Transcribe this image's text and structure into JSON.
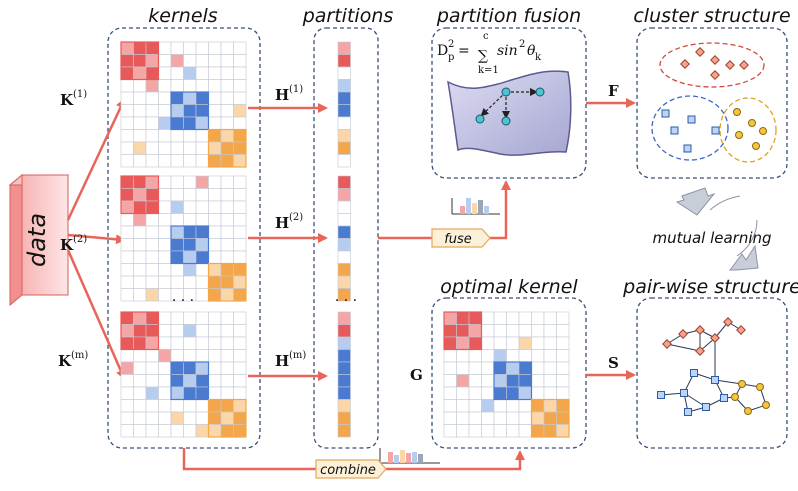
{
  "titles": {
    "kernels": "kernels",
    "partitions": "partitions",
    "partition_fusion": "partition fusion",
    "cluster_structure": "cluster structure",
    "optimal_kernel": "optimal kernel",
    "pairwise_structure": "pair-wise structure"
  },
  "data_label": "data",
  "kernel_labels": [
    {
      "base": "K",
      "sup": "(1)"
    },
    {
      "base": "K",
      "sup": "(2)"
    },
    {
      "base": "K",
      "sup": "(m)"
    }
  ],
  "partition_labels": [
    {
      "base": "H",
      "sup": "(1)"
    },
    {
      "base": "H",
      "sup": "(2)"
    },
    {
      "base": "H",
      "sup": "(m)"
    }
  ],
  "ellipsis": "· · ·",
  "fuse_label": "fuse",
  "combine_label": "combine",
  "F_label": "F",
  "G_label": "G",
  "S_label": "S",
  "mutual_learning": "mutual learning",
  "formula": {
    "lhs": "D",
    "lhs_sup": "2",
    "lhs_sub": "p",
    "eq": "=",
    "sum_top": "c",
    "sum_bottom": "k=1",
    "rhs": "sin",
    "rhs_sup": "2",
    "theta": "θ",
    "theta_sub": "k"
  },
  "colors": {
    "red": "#e85a5a",
    "red_light": "#f4a6a6",
    "blue": "#4a7bd0",
    "blue_light": "#b7cdf0",
    "orange": "#f4a64a",
    "orange_light": "#fbd6a8",
    "arrow": "#e8655a",
    "dashed": "#3a4e78"
  }
}
